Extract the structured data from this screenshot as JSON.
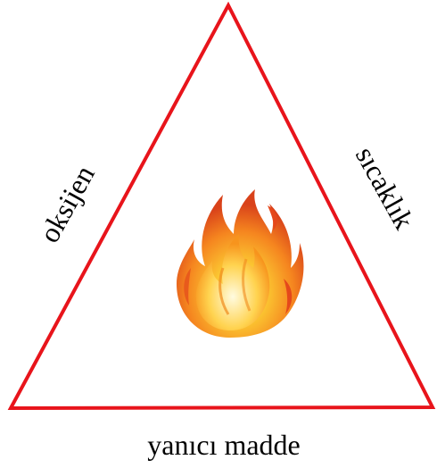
{
  "diagram": {
    "labels": {
      "left_side": "oksijen",
      "right_side": "sıcaklık",
      "bottom_side": "yanıcı madde"
    },
    "center_icon": "fire-icon",
    "colors": {
      "triangle_stroke": "#e8141b",
      "flame_outer": "#f26a1b",
      "flame_mid": "#fba51f",
      "flame_inner": "#ffe07a",
      "text": "#000000"
    }
  }
}
